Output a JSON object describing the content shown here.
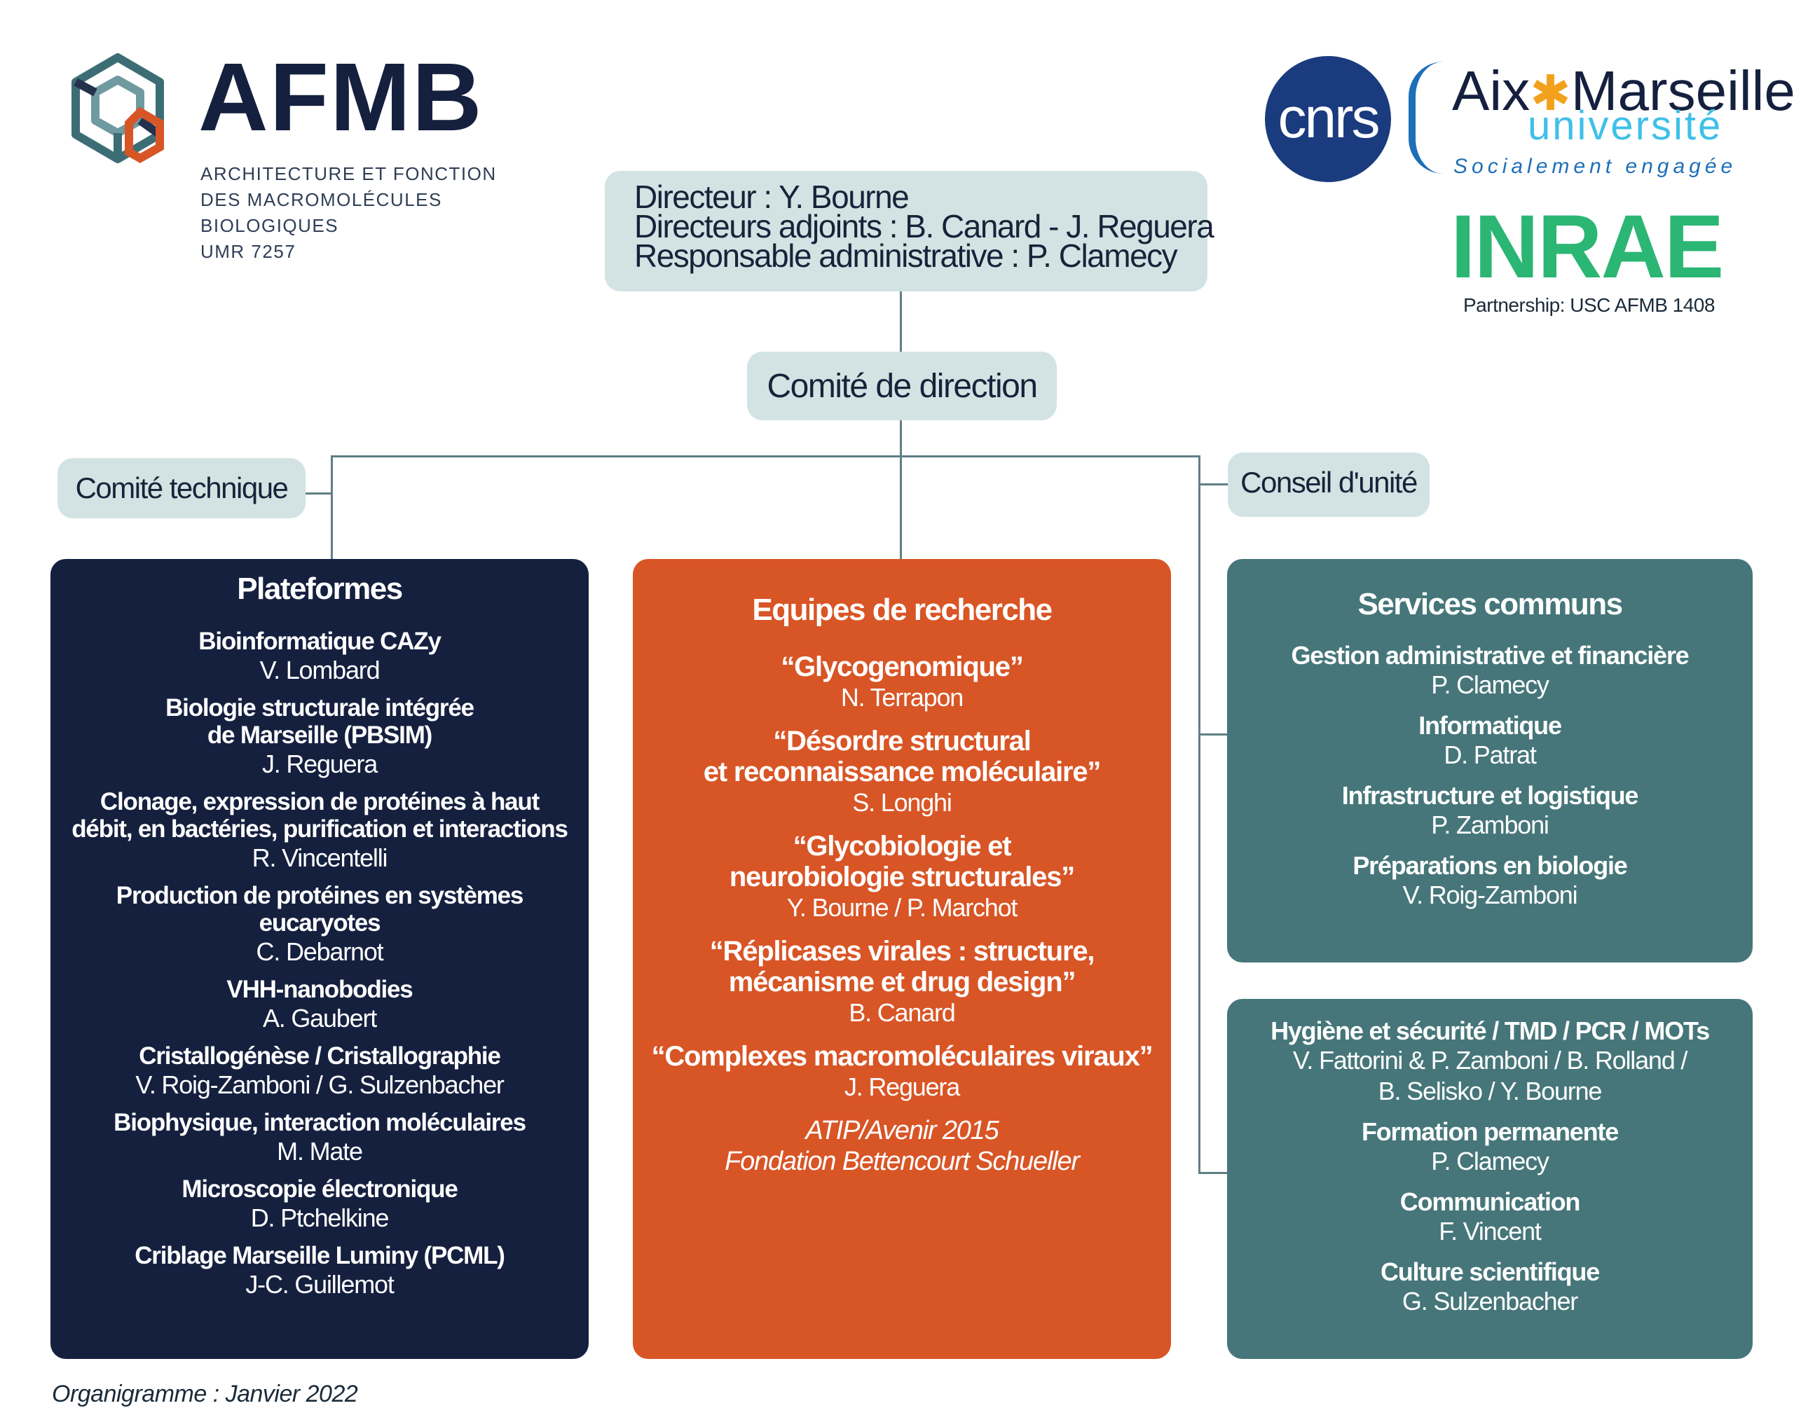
{
  "logos": {
    "afmb": {
      "name": "AFMB",
      "subtitle_lines": [
        "ARCHITECTURE ET FONCTION",
        "DES MACROMOLÉCULES",
        "BIOLOGIQUES",
        "UMR 7257"
      ]
    },
    "cnrs": {
      "name": "cnrs"
    },
    "amu": {
      "name_left": "Aix",
      "name_right": "Marseille",
      "sub": "université",
      "tagline": "Socialement engagée"
    },
    "inrae": {
      "name": "INRAE",
      "partnership": "Partnership: USC AFMB 1408"
    }
  },
  "direction": {
    "lines": [
      "Directeur : Y. Bourne",
      "Directeurs adjoints : B. Canard - J. Reguera",
      "Responsable administrative : P. Clamecy"
    ]
  },
  "comite_direction": "Comité de direction",
  "comite_technique": "Comité technique",
  "conseil_unite": "Conseil d'unité",
  "plateformes": {
    "title": "Plateformes",
    "items": [
      {
        "title": "Bioinformatique CAZy",
        "person": "V. Lombard"
      },
      {
        "title": "Biologie structurale intégrée\nde Marseille (PBSIM)",
        "person": "J. Reguera"
      },
      {
        "title": "Clonage, expression de protéines à haut\ndébit, en bactéries, purification et interactions",
        "person": "R. Vincentelli"
      },
      {
        "title": "Production de protéines en systèmes\neucaryotes",
        "person": "C. Debarnot"
      },
      {
        "title": "VHH-nanobodies",
        "person": "A. Gaubert"
      },
      {
        "title": "Cristallogénèse / Cristallographie",
        "person": "V. Roig-Zamboni / G. Sulzenbacher"
      },
      {
        "title": "Biophysique, interaction moléculaires",
        "person": "M. Mate"
      },
      {
        "title": "Microscopie électronique",
        "person": "D. Ptchelkine"
      },
      {
        "title": "Criblage Marseille Luminy (PCML)",
        "person": "J-C. Guillemot"
      }
    ]
  },
  "equipes": {
    "title": "Equipes de recherche",
    "items": [
      {
        "title": "“Glycogenomique”",
        "person": "N. Terrapon"
      },
      {
        "title": "“Désordre structural\net reconnaissance moléculaire”",
        "person": "S. Longhi"
      },
      {
        "title": "“Glycobiologie et\nneurobiologie structurales”",
        "person": "Y. Bourne / P. Marchot"
      },
      {
        "title": "“Réplicases virales : structure,\nmécanisme et drug design”",
        "person": "B. Canard"
      },
      {
        "title": "“Complexes macromoléculaires viraux”",
        "person": "J. Reguera"
      }
    ],
    "notes": [
      "ATIP/Avenir 2015",
      "Fondation Bettencourt Schueller"
    ]
  },
  "services": {
    "title": "Services communs",
    "items": [
      {
        "title": "Gestion administrative et financière",
        "person": "P. Clamecy"
      },
      {
        "title": "Informatique",
        "person": "D. Patrat"
      },
      {
        "title": "Infrastructure et logistique",
        "person": "P. Zamboni"
      },
      {
        "title": "Préparations en biologie",
        "person": "V. Roig-Zamboni"
      }
    ]
  },
  "services2": {
    "items": [
      {
        "title": "Hygiène et sécurité / TMD / PCR / MOTs",
        "person": "V. Fattorini & P. Zamboni / B. Rolland /\nB. Selisko / Y. Bourne"
      },
      {
        "title": "Formation permanente",
        "person": "P. Clamecy"
      },
      {
        "title": "Communication",
        "person": "F. Vincent"
      },
      {
        "title": "Culture scientifique",
        "person": "G. Sulzenbacher"
      }
    ]
  },
  "footer": "Organigramme : Janvier 2022",
  "colors": {
    "navy": "#15203f",
    "orange": "#d85526",
    "teal": "#467679",
    "light": "#d3e3e3",
    "inrae_green": "#2bb673",
    "amu_blue": "#1d6fb8",
    "amu_light": "#3fc0e8"
  }
}
